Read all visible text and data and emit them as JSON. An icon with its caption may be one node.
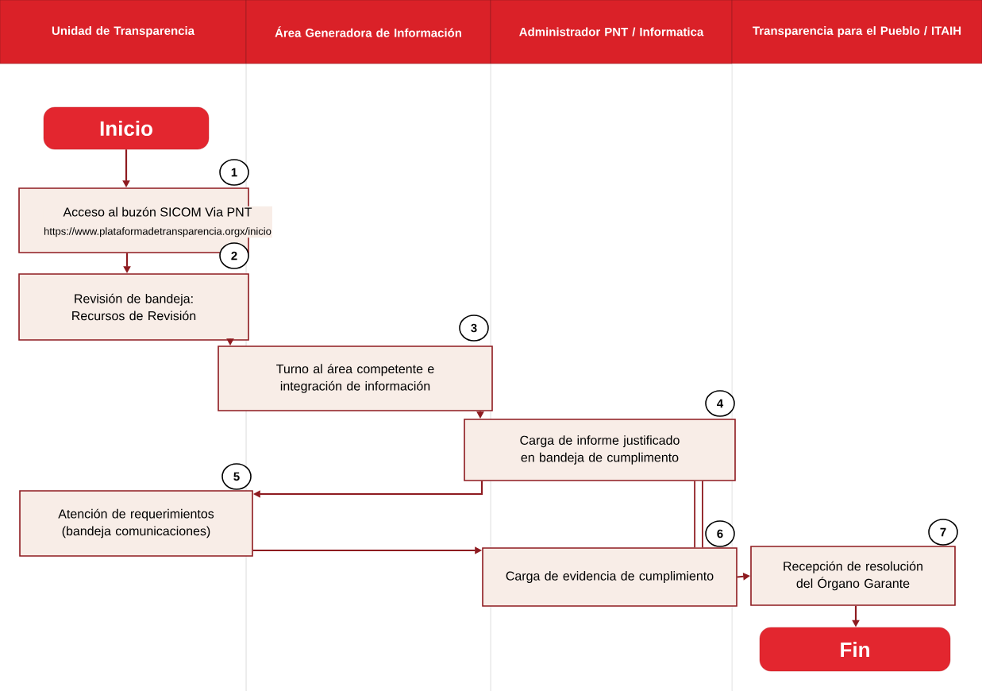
{
  "diagram": {
    "nodes": [
      {
        "text": [
          "Unidad de Transparencia"
        ]
      },
      {
        "text": [
          "Área Generadora de Información"
        ]
      },
      {
        "text": [
          "Administrador PNT / Informatica"
        ]
      },
      {
        "text": [
          "Transparencia para el Pueblo / ITAIH"
        ]
      },
      {
        "text": [
          "Inicio"
        ]
      },
      {
        "text": [
          "Acceso al buzón SICOM Via PNT",
          "https://www.plataformadetransparencia.orgx/inicio"
        ]
      },
      {
        "text": [
          "Revisión de bandeja: Recursos de Revisión"
        ]
      },
      {
        "text": [
          "Turno al área competente e integración de información"
        ]
      },
      {
        "text": [
          "Carga de informe justificado en bandeja de cumplimento"
        ]
      },
      {
        "text": [
          "Atención de requerimientos (bandeja comunicaciones)"
        ]
      },
      {
        "text": [
          "Carga de evidencia de cumplimiento"
        ]
      },
      {
        "text": [
          "Recepción de resolución del Órgano Garante"
        ]
      },
      {
        "text": [
          "Fin"
        ]
      }
    ],
    "edges": [
      {
        "from": 4,
        "to": 5,
        "arrow": "to"
      },
      {
        "from": 5,
        "to": 6,
        "arrow": "to"
      },
      {
        "from": 6,
        "to": 7,
        "arrow": "to"
      },
      {
        "from": 7,
        "to": 8,
        "arrow": "to"
      },
      {
        "from": 8,
        "to": 9,
        "arrow": "to"
      },
      {
        "from": 9,
        "to": 10,
        "arrow": "to"
      },
      {
        "from": 8,
        "to": 10,
        "arrow": "none",
        "style": "thick"
      },
      {
        "from": 10,
        "to": 11,
        "arrow": "to"
      },
      {
        "from": 11,
        "to": 12,
        "arrow": "to"
      }
    ],
    "labels": [
      "1",
      "2",
      "3",
      "4",
      "5",
      "6",
      "7"
    ]
  }
}
